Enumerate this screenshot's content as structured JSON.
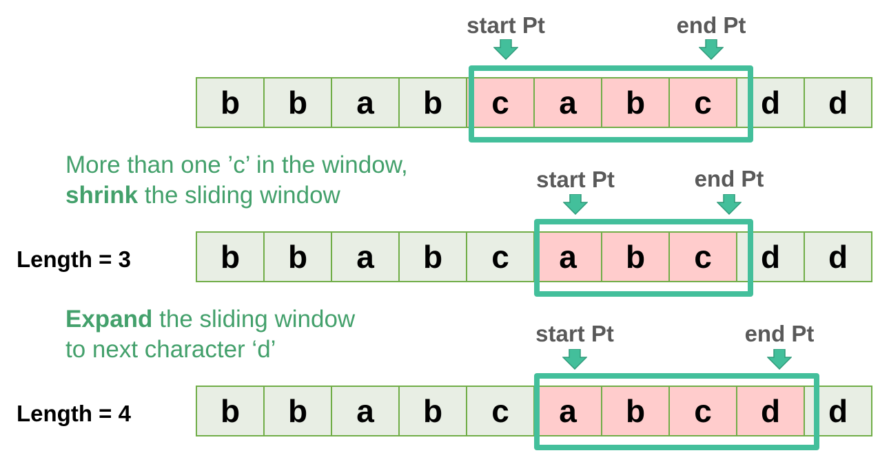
{
  "rows": [
    {
      "cells": [
        "b",
        "b",
        "a",
        "b",
        "c",
        "a",
        "b",
        "c",
        "d",
        "d"
      ],
      "window_start": 4,
      "window_end": 7,
      "start_label": "start Pt",
      "end_label": "end Pt",
      "length_label": ""
    },
    {
      "cells": [
        "b",
        "b",
        "a",
        "b",
        "c",
        "a",
        "b",
        "c",
        "d",
        "d"
      ],
      "window_start": 5,
      "window_end": 7,
      "start_label": "start Pt",
      "end_label": "end Pt",
      "length_label": "Length = 3"
    },
    {
      "cells": [
        "b",
        "b",
        "a",
        "b",
        "c",
        "a",
        "b",
        "c",
        "d",
        "d"
      ],
      "window_start": 5,
      "window_end": 8,
      "start_label": "start Pt",
      "end_label": "end Pt",
      "length_label": "Length = 4"
    }
  ],
  "notes": {
    "shrink": {
      "line1": "More than one ’c’ in the window,",
      "bold": "shrink",
      "rest": " the sliding window"
    },
    "expand": {
      "bold": "Expand",
      "rest": " the sliding window",
      "line2": "to next character ‘d’"
    }
  },
  "colors": {
    "window_border": "#43bf9b",
    "cell_border": "#70ad47",
    "cell_bg": "#e8eee4",
    "window_cell_bg": "#ffcccc",
    "note_text": "#43a06b",
    "pointer_text": "#595959"
  }
}
